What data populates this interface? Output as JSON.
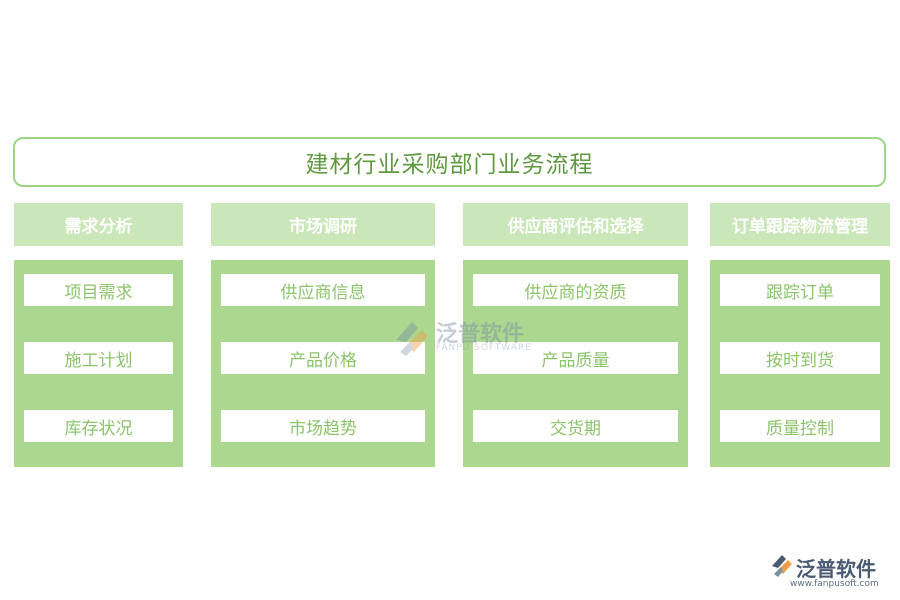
{
  "title": "建材行业采购部门业务流程",
  "columns": [
    {
      "header": "需求分析",
      "items": [
        "项目需求",
        "施工计划",
        "库存状况"
      ]
    },
    {
      "header": "市场调研",
      "items": [
        "供应商信息",
        "产品价格",
        "市场趋势"
      ]
    },
    {
      "header": "供应商评估和选择",
      "items": [
        "供应商的资质",
        "产品质量",
        "交货期"
      ]
    },
    {
      "header": "订单跟踪物流管理",
      "items": [
        "跟踪订单",
        "按时到货",
        "质量控制"
      ]
    }
  ],
  "watermark": {
    "name": "泛普软件",
    "sub": "FANPU SOFTWARE"
  },
  "brand": {
    "name": "泛普软件",
    "url": "www.fanpusoft.com"
  },
  "colors": {
    "accent": "#5e9a3f",
    "header_bg": "#c9e7b8",
    "body_bg": "#acd78f",
    "item_text": "#8cc46b"
  }
}
